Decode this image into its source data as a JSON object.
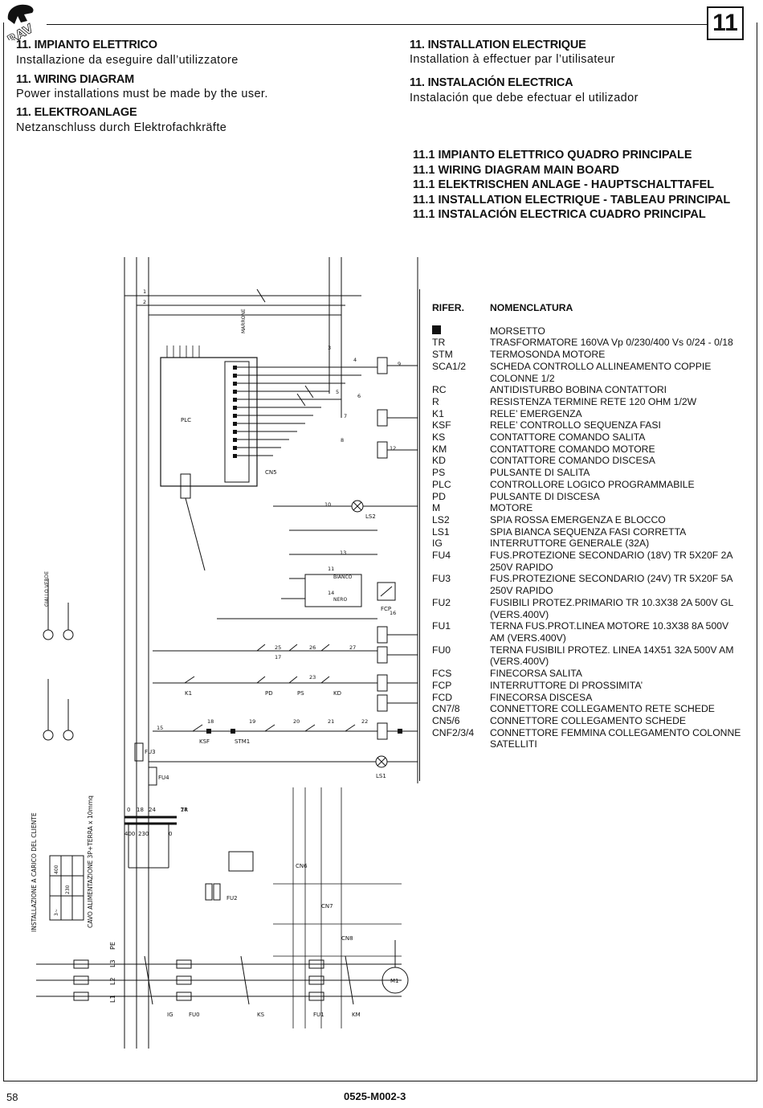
{
  "chapter_number": "11",
  "logo_text": "RAV",
  "headings": [
    {
      "title": "11. IMPIANTO ELETTRICO",
      "subtitle": "Installazione da eseguire dall’utilizzatore"
    },
    {
      "title": "11. WIRING DIAGRAM",
      "subtitle": "Power installations must be made by the user."
    },
    {
      "title": "11. ELEKTROANLAGE",
      "subtitle": "Netzanschluss durch Elektrofachkräfte"
    },
    {
      "title": "11. INSTALLATION ELECTRIQUE",
      "subtitle": "Installation à effectuer par l’utilisateur"
    },
    {
      "title": "11. INSTALACIÓN ELECTRICA",
      "subtitle": "Instalación que debe efectuar el utilizador"
    }
  ],
  "section_titles": [
    "11.1 IMPIANTO ELETTRICO QUADRO PRINCIPALE",
    "11.1 WIRING DIAGRAM MAIN BOARD",
    "11.1 ELEKTRISCHEN ANLAGE - HAUPTSCHALTTAFEL",
    "11.1 INSTALLATION ELECTRIQUE  - TABLEAU PRINCIPAL",
    "11.1 INSTALACIÓN ELECTRICA CUADRO PRINCIPAL"
  ],
  "legend": {
    "col_ref": "RIFER.",
    "col_name": "NOMENCLATURA",
    "terminal_desc": "MORSETTO",
    "items": [
      {
        "ref": "TR",
        "desc": "TRASFORMATORE 160VA Vp 0/230/400 Vs 0/24 - 0/18"
      },
      {
        "ref": "STM",
        "desc": "TERMOSONDA MOTORE"
      },
      {
        "ref": "SCA1/2",
        "desc": "SCHEDA CONTROLLO ALLINEAMENTO COPPIE COLONNE 1/2"
      },
      {
        "ref": "RC",
        "desc": "ANTIDISTURBO BOBINA CONTATTORI"
      },
      {
        "ref": "R",
        "desc": "RESISTENZA TERMINE RETE 120 OHM 1/2W"
      },
      {
        "ref": "K1",
        "desc": "RELE’ EMERGENZA"
      },
      {
        "ref": "KSF",
        "desc": "RELE’ CONTROLLO SEQUENZA FASI"
      },
      {
        "ref": "KS",
        "desc": "CONTATTORE COMANDO SALITA"
      },
      {
        "ref": "KM",
        "desc": "CONTATTORE COMANDO MOTORE"
      },
      {
        "ref": "KD",
        "desc": "CONTATTORE COMANDO DISCESA"
      },
      {
        "ref": "PS",
        "desc": "PULSANTE DI SALITA"
      },
      {
        "ref": "PLC",
        "desc": "CONTROLLORE LOGICO PROGRAMMABILE"
      },
      {
        "ref": "PD",
        "desc": "PULSANTE DI DISCESA"
      },
      {
        "ref": "M",
        "desc": "MOTORE"
      },
      {
        "ref": "LS2",
        "desc": "SPIA ROSSA EMERGENZA E BLOCCO"
      },
      {
        "ref": "LS1",
        "desc": "SPIA BIANCA SEQUENZA FASI CORRETTA"
      },
      {
        "ref": "IG",
        "desc": "INTERRUTTORE GENERALE (32A)"
      },
      {
        "ref": "FU4",
        "desc": "FUS.PROTEZIONE SECONDARIO (18V) TR 5X20F 2A 250V RAPIDO"
      },
      {
        "ref": "FU3",
        "desc": "FUS.PROTEZIONE SECONDARIO (24V) TR 5X20F 5A 250V RAPIDO"
      },
      {
        "ref": "FU2",
        "desc": "FUSIBILI PROTEZ.PRIMARIO TR 10.3X38 2A 500V GL (VERS.400V)"
      },
      {
        "ref": "FU1",
        "desc": "TERNA FUS.PROT.LINEA MOTORE 10.3X38 8A 500V AM (VERS.400V)"
      },
      {
        "ref": "FU0",
        "desc": "TERNA FUSIBILI PROTEZ. LINEA 14X51 32A 500V AM (VERS.400V)"
      },
      {
        "ref": "FCS",
        "desc": "FINECORSA SALITA"
      },
      {
        "ref": "FCP",
        "desc": "INTERRUTTORE DI PROSSIMITA’"
      },
      {
        "ref": "FCD",
        "desc": "FINECORSA DISCESA"
      },
      {
        "ref": "CN7/8",
        "desc": "CONNETTORE COLLEGAMENTO RETE SCHEDE"
      },
      {
        "ref": "CN5/6",
        "desc": "CONNETTORE COLLEGAMENTO SCHEDE"
      },
      {
        "ref": "CNF2/3/4",
        "desc": "CONNETTORE FEMMINA COLLEGAMENTO COLONNE SATELLITI"
      }
    ]
  },
  "diagram": {
    "side_label_1": "INSTALLAZIONE A CARICO DEL CLIENTE",
    "side_label_2": "CAVO ALIMENTAZIONE 3P+TERRA x 10mmq",
    "supply_terminals": [
      "L1",
      "L2",
      "L3",
      "PE"
    ],
    "supply_values": [
      "400",
      "230",
      "3~"
    ],
    "components": [
      "IG",
      "FU0",
      "KS",
      "FU1",
      "KM",
      "M1",
      "TR",
      "FU2",
      "FU3",
      "FU4",
      "KSF",
      "STM1",
      "PLC",
      "K1",
      "PD",
      "PS",
      "KD",
      "LS1",
      "LS2",
      "FCP",
      "CN5",
      "CN6",
      "CN7",
      "CN8"
    ],
    "transformer_taps": [
      "0",
      "18",
      "24",
      "0",
      "230",
      "400"
    ],
    "wire_colors": [
      "NERO",
      "MARRONE",
      "BIANCO",
      "GIALLO VERDE"
    ],
    "wire_numbers": [
      "1",
      "2",
      "3",
      "4",
      "5",
      "6",
      "7",
      "8",
      "9",
      "10",
      "11",
      "12",
      "13",
      "14",
      "15",
      "16",
      "17",
      "18",
      "19",
      "20",
      "21",
      "22",
      "23",
      "24",
      "25",
      "26",
      "27"
    ]
  },
  "footer": {
    "page_number": "58",
    "doc_code": "0525-M002-3"
  }
}
